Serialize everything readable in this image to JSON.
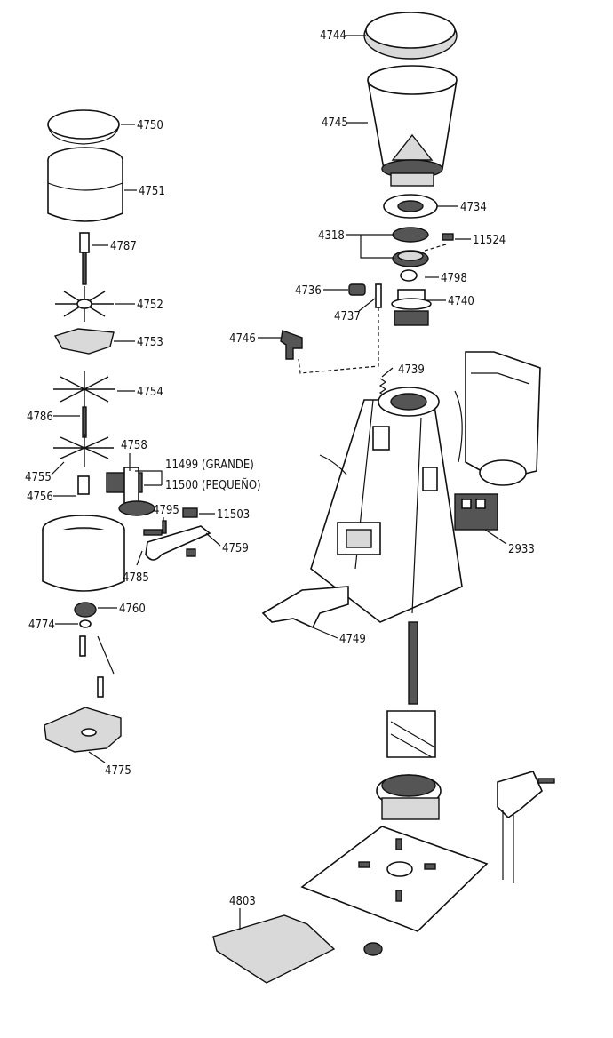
{
  "labels": {
    "l4744": "4744",
    "l4745": "4745",
    "l4734": "4734",
    "l4318": "4318",
    "l11524": "11524",
    "l4798": "4798",
    "l4736": "4736",
    "l4737": "4737",
    "l4740": "4740",
    "l4746": "4746",
    "l4739": "4739",
    "l4750": "4750",
    "l4751": "4751",
    "l4787": "4787",
    "l4752": "4752",
    "l4753": "4753",
    "l4754": "4754",
    "l4786": "4786",
    "l4758": "4758",
    "l11499": "11499 (GRANDE)",
    "l11500": "11500 (PEQUEÑO)",
    "l4755": "4755",
    "l4756": "4756",
    "l4795": "4795",
    "l11503": "11503",
    "l4759": "4759",
    "l4785": "4785",
    "l4760": "4760",
    "l4774": "4774",
    "l4775": "4775",
    "l2933": "2933",
    "l4749": "4749",
    "l4803": "4803"
  },
  "colors": {
    "line": "#111111",
    "shade": "#d9d9d9",
    "dark": "#555555",
    "background": "#ffffff"
  }
}
